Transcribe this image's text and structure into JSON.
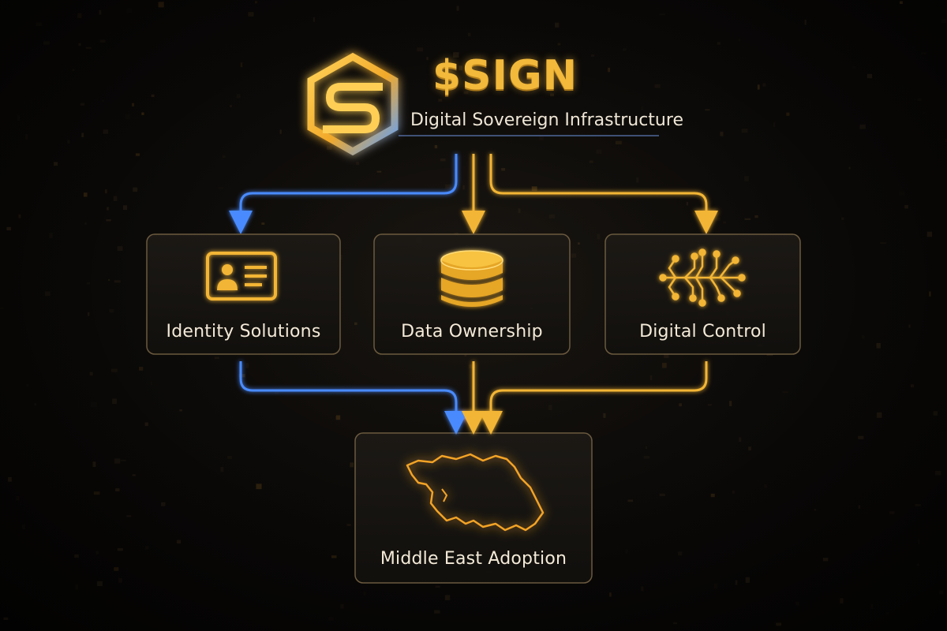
{
  "brand": {
    "name": "$SIGN",
    "tagline": "Digital Sovereign Infrastructure"
  },
  "nodes": {
    "identity": {
      "label": "Identity Solutions",
      "icon": "id-card-icon"
    },
    "data": {
      "label": "Data Ownership",
      "icon": "database-icon"
    },
    "control": {
      "label": "Digital Control",
      "icon": "circuit-node-icon"
    },
    "adoption": {
      "label": "Middle East Adoption",
      "icon": "map-outline-icon"
    }
  },
  "colors": {
    "gold": "#f3b534",
    "blue": "#4a8bff",
    "text": "#f4ead8",
    "background": "#0f0d0b"
  }
}
